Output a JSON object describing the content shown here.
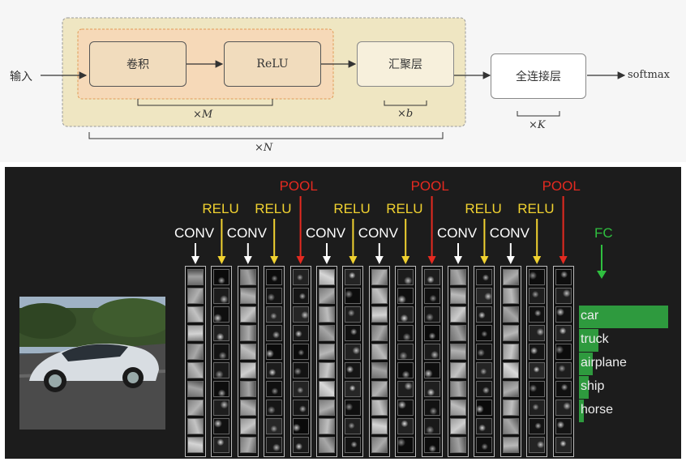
{
  "pipeline": {
    "input_label": "输入",
    "conv_label": "卷积",
    "relu_label": "ReLU",
    "pool_label": "汇聚层",
    "fc_label": "全连接层",
    "output_label": "softmax",
    "repeat_m": "×M",
    "repeat_b": "×b",
    "repeat_n": "×N",
    "repeat_k": "×K",
    "colors": {
      "outer_fill": "#efe6c2",
      "inner_fill": "#f6d9b8",
      "conv_fill": "#f1dcbd",
      "pool_fill": "#f7f0dc",
      "inner_border": "#e09a56"
    }
  },
  "cnn": {
    "layers": [
      {
        "name": "CONV",
        "type": "conv"
      },
      {
        "name": "RELU",
        "type": "relu"
      },
      {
        "name": "CONV",
        "type": "conv"
      },
      {
        "name": "RELU",
        "type": "relu"
      },
      {
        "name": "POOL",
        "type": "pool"
      },
      {
        "name": "CONV",
        "type": "conv"
      },
      {
        "name": "RELU",
        "type": "relu"
      },
      {
        "name": "CONV",
        "type": "conv"
      },
      {
        "name": "RELU",
        "type": "relu"
      },
      {
        "name": "POOL",
        "type": "pool"
      },
      {
        "name": "CONV",
        "type": "conv"
      },
      {
        "name": "RELU",
        "type": "relu"
      },
      {
        "name": "CONV",
        "type": "conv"
      },
      {
        "name": "RELU",
        "type": "relu"
      },
      {
        "name": "POOL",
        "type": "pool"
      }
    ],
    "fc_label": "FC",
    "classes": [
      {
        "label": "car",
        "score": 0.93
      },
      {
        "label": "truck",
        "score": 0.2
      },
      {
        "label": "airplane",
        "score": 0.14
      },
      {
        "label": "ship",
        "score": 0.1
      },
      {
        "label": "horse",
        "score": 0.05
      }
    ],
    "colors": {
      "conv": "#ffffff",
      "relu": "#f1d230",
      "pool": "#e52a20",
      "fc": "#2fbf3f",
      "bar": "#2e9a3e"
    }
  }
}
